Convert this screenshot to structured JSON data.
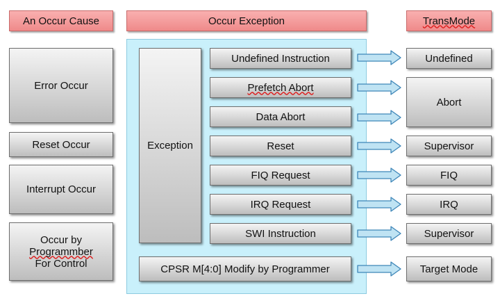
{
  "headers": {
    "cause": "An Occur Cause",
    "exception": "Occur Exception",
    "mode": "TransMode"
  },
  "causes": {
    "error": "Error Occur",
    "reset": "Reset Occur",
    "interrupt": "Interrupt Occur",
    "program_line1": "Occur by",
    "program_line2": "Programmber",
    "program_line3": "For Control"
  },
  "exception_label": "Exception",
  "exceptions": {
    "undefined": "Undefined Instruction",
    "prefetch": "Prefetch Abort",
    "data_abort": "Data Abort",
    "reset": "Reset",
    "fiq": "FIQ Request",
    "irq": "IRQ Request",
    "swi": "SWI Instruction"
  },
  "cpsr": "CPSR M[4:0] Modify by Programmer",
  "modes": {
    "undefined": "Undefined",
    "abort": "Abort",
    "supervisor1": "Supervisor",
    "fiq": "FIQ",
    "irq": "IRQ",
    "supervisor2": "Supervisor",
    "target": "Target Mode"
  },
  "colors": {
    "header_fill": "#ef8a8a",
    "panel_fill": "#c9f0fb",
    "box_fill": "#d6d6d6",
    "arrow_fill": "#bfe3f3",
    "arrow_stroke": "#3e86b8"
  }
}
